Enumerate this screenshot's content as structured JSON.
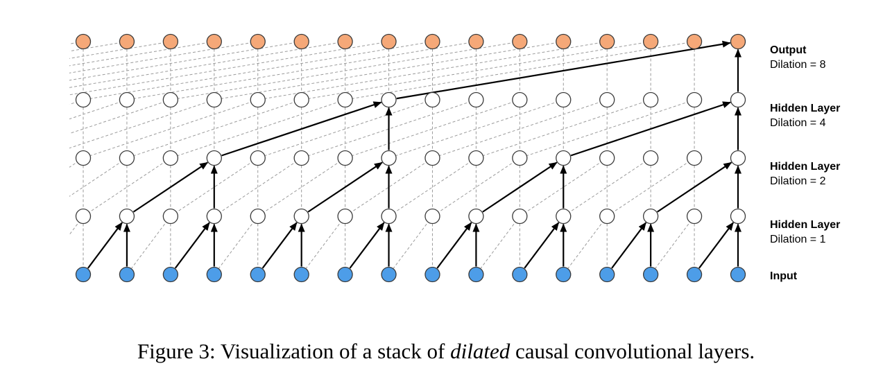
{
  "nodes_per_layer": 16,
  "layers": [
    {
      "key": "output",
      "title": "Output",
      "subtitle": "Dilation = 8",
      "fill": "#f5a878"
    },
    {
      "key": "hidden3",
      "title": "Hidden Layer",
      "subtitle": "Dilation = 4",
      "fill": "#ffffff"
    },
    {
      "key": "hidden2",
      "title": "Hidden Layer",
      "subtitle": "Dilation = 2",
      "fill": "#ffffff"
    },
    {
      "key": "hidden1",
      "title": "Hidden Layer",
      "subtitle": "Dilation = 1",
      "fill": "#ffffff"
    },
    {
      "key": "input",
      "title": "Input",
      "subtitle": "",
      "fill": "#4d9de8"
    }
  ],
  "colors": {
    "node_stroke": "#3a3a3a",
    "arrow": "#000000",
    "dashed_connection": "#9a9a9a"
  },
  "caption": {
    "prefix": "Figure 3: Visualization of a stack of ",
    "emphasis": "dilated",
    "suffix": " causal convolutional layers."
  }
}
